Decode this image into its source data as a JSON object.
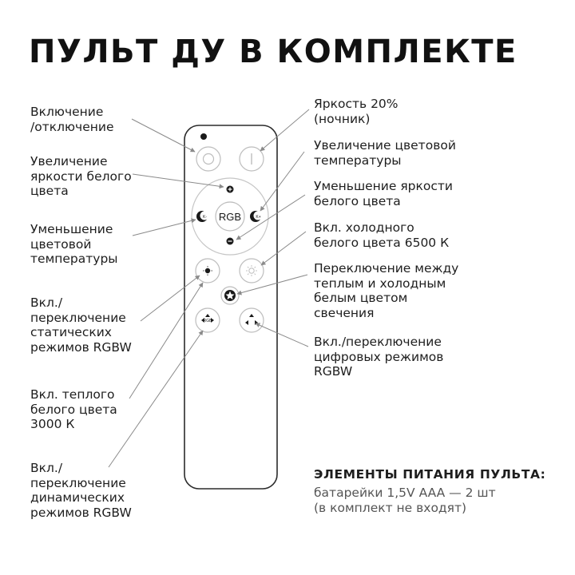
{
  "title": "ПУЛЬТ ДУ В КОМПЛЕКТЕ",
  "labels": {
    "on_off": "Включение\n/отключение",
    "brightness_up": "Увеличение\nяркости белого\nцвета",
    "color_temp_down": "Уменьшение\nцветовой\nтемпературы",
    "static_rgbw": "Вкл./\nпереключение\nстатических\nрежимов RGBW",
    "warm_3000": "Вкл. теплого\nбелого цвета\n3000 К",
    "dynamic_rgbw": "Вкл./\nпереключение\nдинамических\nрежимов RGBW",
    "brightness_20": "Яркость 20%\n(ночник)",
    "color_temp_up": "Увеличение цветовой\nтемпературы",
    "brightness_down": "Уменьшение яркости\nбелого цвета",
    "cold_6500": "Вкл. холодного\nбелого цвета 6500 К",
    "warm_cold_switch": "Переключение между\nтеплым и холодным\nбелым цветом\nсвечения",
    "digital_rgbw": "Вкл./переключение\nцифровых режимов\nRGBW"
  },
  "power": {
    "title": "ЭЛЕМЕНТЫ ПИТАНИЯ ПУЛЬТА:",
    "text": "батарейки 1,5V AAA — 2 шт\n(в комплект не входят)"
  },
  "remote": {
    "rgb_label": "RGB",
    "k_minus": "K-",
    "k_plus": "K+",
    "rgb_small": "RGB"
  },
  "colors": {
    "outline": "#2b2b2b",
    "button_stroke": "#bdbdbd",
    "leader_line": "#8a8a8a"
  }
}
